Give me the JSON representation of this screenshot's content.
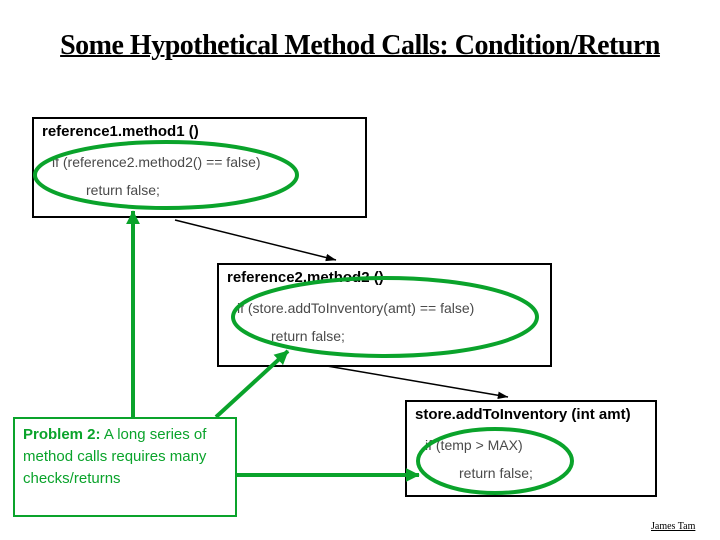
{
  "title": "Some Hypothetical Method Calls: Condition/Return",
  "colors": {
    "green": "#0aa32b",
    "ink": "#000000",
    "code": "#4a4a4a"
  },
  "boxes": {
    "method1": {
      "header": "reference1.method1 ()",
      "if_line": "if (reference2.method2() == false)",
      "return_line": "return false;"
    },
    "method2": {
      "header": "reference2.method2 ()",
      "if_line": "if (store.addToInventory(amt) == false)",
      "return_line": "return false;"
    },
    "inventory": {
      "header": "store.addToInventory (int amt)",
      "if_line": "if (temp > MAX)",
      "return_line": "return false;"
    }
  },
  "problem": {
    "label": "Problem 2:",
    "text": "  A long series of method calls requires many checks/returns"
  },
  "credit": "James Tam"
}
